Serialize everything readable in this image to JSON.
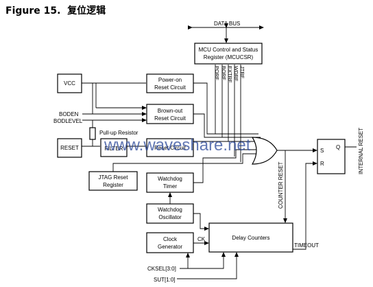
{
  "figure": {
    "number": "Figure 15.",
    "caption": "复位逻辑"
  },
  "blocks": {
    "vcc": "VCC",
    "reset_pin": "RESET",
    "power_on_1": "Power-on",
    "power_on_2": "Reset Circuit",
    "brown_out_1": "Brown-out",
    "brown_out_2": "Reset Circuit",
    "reset_circuit": "Reset Circuit",
    "spike_filter": "FILTER",
    "jtag_1": "JTAG Reset",
    "jtag_2": "Register",
    "wdt_timer_1": "Watchdog",
    "wdt_timer_2": "Timer",
    "wdt_osc_1": "Watchdog",
    "wdt_osc_2": "Oscillator",
    "clock_gen_1": "Clock",
    "clock_gen_2": "Generator",
    "delay_counters": "Delay Counters",
    "mcucsr_1": "MCU Control and Status",
    "mcucsr_2": "Register (MCUCSR)"
  },
  "signals": {
    "data_bus": "DATA BUS",
    "boden": "BODEN",
    "bodlevel": "BODLEVEL",
    "pullup": "Pull-up Resistor",
    "ck": "CK",
    "timeout": "TIMEOUT",
    "cksel": "CKSEL[3:0]",
    "sut": "SUT[1:0]",
    "counter_reset": "COUNTER RESET",
    "internal_reset": "INTERNAL RESET",
    "ff_s": "S",
    "ff_r": "R",
    "ff_q": "Q"
  },
  "flags": [
    "PORF",
    "BORF",
    "EXTRF",
    "WDRF",
    "JTRF"
  ],
  "watermark": "www.waveshare.net"
}
